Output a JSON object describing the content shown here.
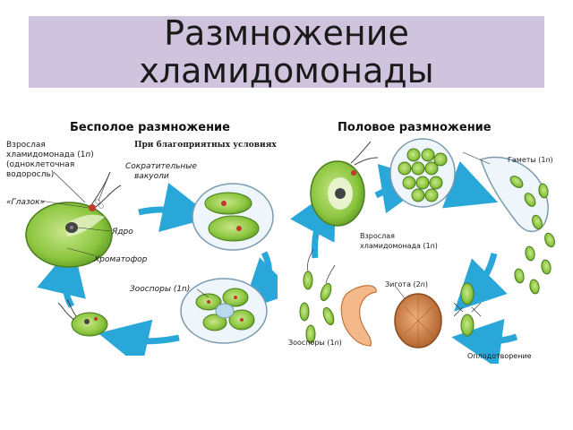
{
  "slide": {
    "title_line1": "Размножение",
    "title_line2": "хламидомонады"
  },
  "asexual": {
    "heading": "Бесполое размножение",
    "label_adult_1": "Взрослая",
    "label_adult_2": "хламидомонада (1",
    "label_adult_2_n": "n",
    "label_adult_2_close": ")",
    "label_adult_3": "(одноклеточная",
    "label_adult_4": "водоросль)",
    "label_conditions": "При благоприятных условиях",
    "label_vacuole_1": "Сократительные",
    "label_vacuole_2": "вакуоли",
    "label_eyespot": "«Глазок»",
    "label_nucleus": "Ядро",
    "label_chromatophore": "Хроматофор",
    "label_zoospores": "Зооспоры (1",
    "label_zoospores_n": "n",
    "label_zoospores_close": ")"
  },
  "sexual": {
    "heading": "Половое размножение",
    "label_gametes": "Гаметы (1",
    "label_gametes_n": "n",
    "label_gametes_close": ")",
    "label_adult_1": "Взрослая",
    "label_adult_2": "хламидомонада (1",
    "label_adult_2_n": "n",
    "label_adult_2_close": ")",
    "label_zygote": "Зигота (2",
    "label_zygote_n": "n",
    "label_zygote_close": ")",
    "label_zoospores": "Зооспоры (1",
    "label_zoospores_n": "n",
    "label_zoospores_close": ")",
    "label_fertilization": "Оплодотворение"
  },
  "colors": {
    "title_bg": "#cfc3dd",
    "cell_green": "#8cc63f",
    "arrow_blue": "#2aa7d9",
    "zygote_orange": "#d9823c"
  }
}
